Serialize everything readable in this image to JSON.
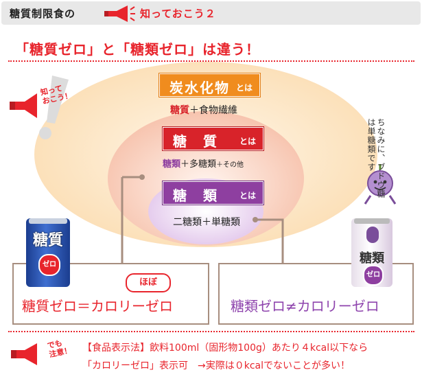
{
  "header": {
    "title": "糖質制限食の",
    "subtitle": "知っておこう２"
  },
  "main_title": "「糖質ゼロ」と「糖類ゼロ」は違う！",
  "side_badge": {
    "line1": "知って",
    "line2": "おこう！"
  },
  "diagram": {
    "carbohydrate": {
      "label": "炭水化物",
      "suffix": "とは"
    },
    "carbohydrate_formula": {
      "part1": "糖質",
      "part2": "＋食物繊維"
    },
    "sugar": {
      "label": "糖　質",
      "suffix": "とは"
    },
    "sugar_formula": {
      "part1": "糖類",
      "part2": "＋多糖類",
      "part3": "＋その他"
    },
    "saccharide": {
      "label": "糖　類",
      "suffix": "とは"
    },
    "saccharide_formula": "二糖類＋単糖類",
    "side_note": "ちなみに、ブドウ糖は単糖類です"
  },
  "cans": {
    "left": {
      "top": "糖質",
      "bottom": "ゼロ"
    },
    "right": {
      "top": "糖類",
      "bottom": "ゼロ"
    }
  },
  "boxes": {
    "left_tag": "ほぼ",
    "left_equation": "糖質ゼロ＝カロリーゼロ",
    "right_equation": "糖類ゼロ≠カロリーゼロ"
  },
  "bottom": {
    "badge_line1": "でも",
    "badge_line2": "注意！",
    "line1": "【食品表示法】飲料100ml（固形物100g）あたり４kcal以下なら",
    "line2": "「カロリーゼロ」表示可　→実際は０kcalでないことが多い！"
  },
  "colors": {
    "accent_red": "#e8242c",
    "carb_orange": "#f08c1e",
    "sugar_red": "#d8232a",
    "saccharide_purple": "#8e3fa0",
    "connector_brown": "#a78e7f"
  }
}
